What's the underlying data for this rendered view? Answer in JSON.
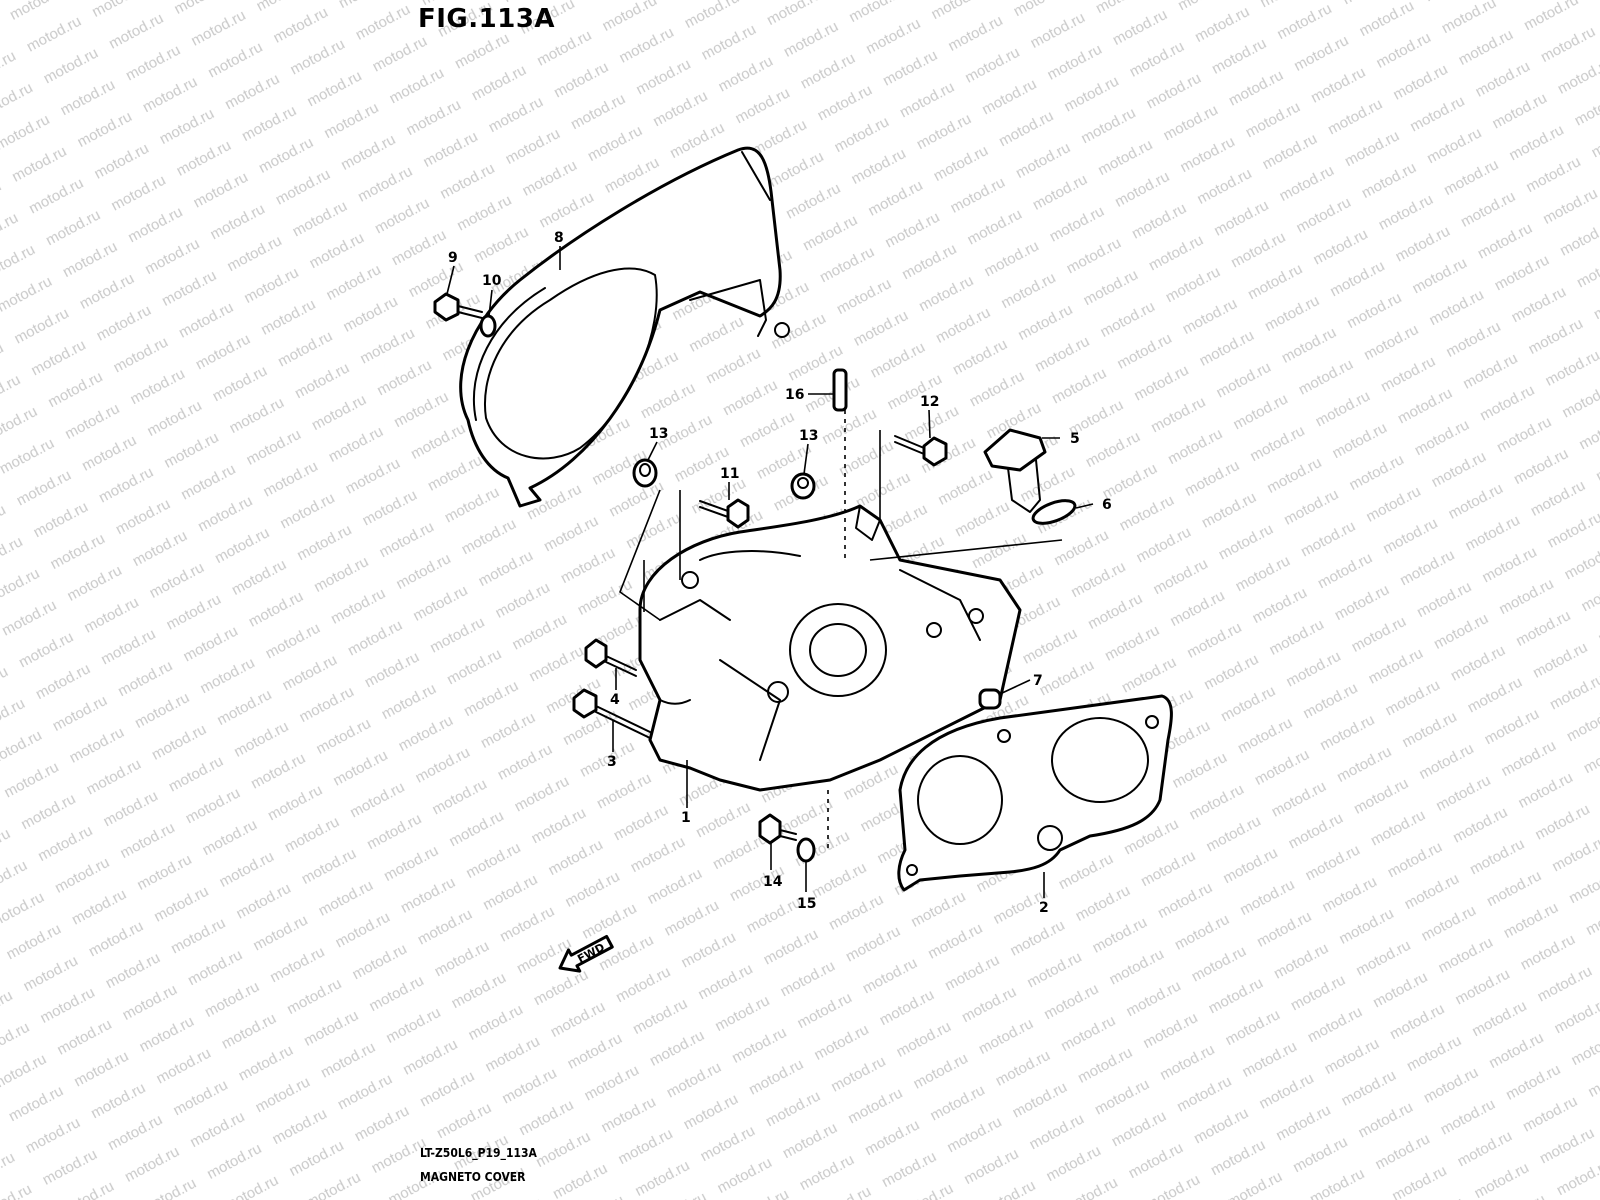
{
  "figure": {
    "title": "FIG.113A",
    "code": "LT-Z50L6_P19_113A",
    "subtitle": "MAGNETO COVER"
  },
  "watermark": "motod.ru",
  "fwd_label": "FWD",
  "callouts": [
    {
      "number": "1",
      "part": "crankcase"
    },
    {
      "number": "2",
      "part": "gasket"
    },
    {
      "number": "3",
      "part": "long-bolt"
    },
    {
      "number": "4",
      "part": "bolt"
    },
    {
      "number": "5",
      "part": "oil-filler-cap"
    },
    {
      "number": "6",
      "part": "o-ring"
    },
    {
      "number": "7",
      "part": "dowel-pin"
    },
    {
      "number": "8",
      "part": "magneto-cover"
    },
    {
      "number": "9",
      "part": "cover-bolt"
    },
    {
      "number": "10",
      "part": "washer"
    },
    {
      "number": "11",
      "part": "bolt"
    },
    {
      "number": "12",
      "part": "bolt"
    },
    {
      "number": "13",
      "part": "grommet"
    },
    {
      "number": "13",
      "part": "grommet"
    },
    {
      "number": "14",
      "part": "drain-plug"
    },
    {
      "number": "15",
      "part": "gasket-washer"
    },
    {
      "number": "16",
      "part": "pin"
    }
  ]
}
